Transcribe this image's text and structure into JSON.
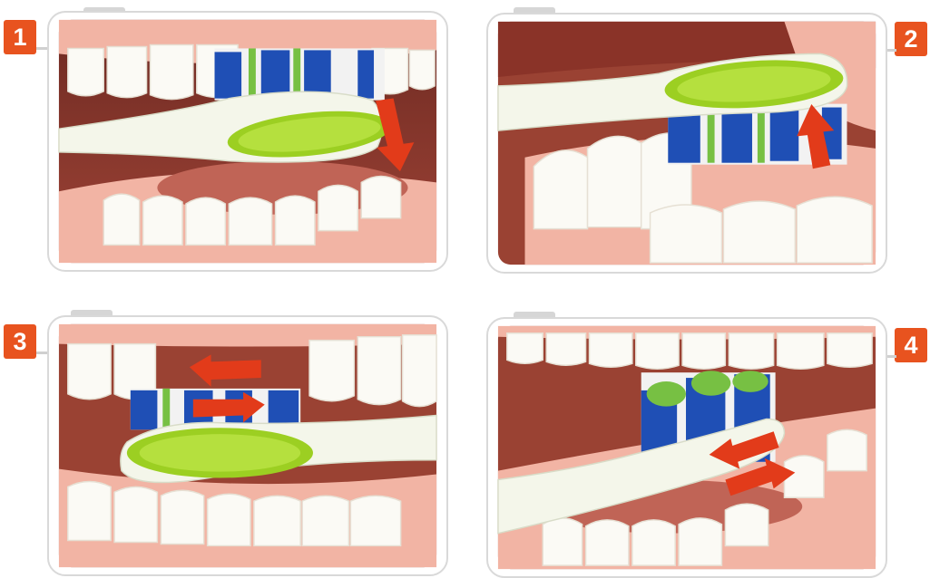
{
  "steps": [
    {
      "number": "1"
    },
    {
      "number": "2"
    },
    {
      "number": "3"
    },
    {
      "number": "4"
    }
  ],
  "colors": {
    "badge": "#e8531f",
    "arrow": "#e23b1a",
    "gum": "#f2b4a4",
    "mouth": "#8a3328",
    "tongue": "#c06456",
    "tooth": "#fbfaf5",
    "handle": "#f4f6ea",
    "head_green": "#9ccf22",
    "bristle_blue": "#1f4fb5",
    "bristle_white": "#f2f2f2",
    "bristle_green": "#77c043"
  },
  "icons": [
    "toothbrush-icon",
    "teeth-icon",
    "arrow-updown-icon",
    "arrow-leftright-icon"
  ]
}
